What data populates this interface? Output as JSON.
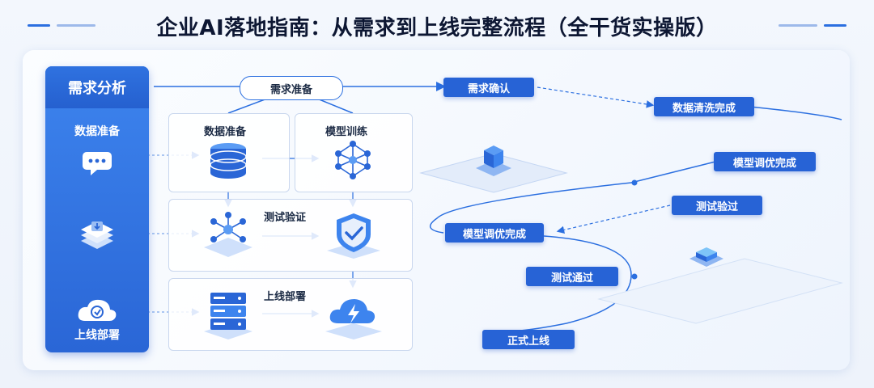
{
  "title": "企业AI落地指南：从需求到上线完整流程（全干货实操版）",
  "sidebar": {
    "header": "需求分析",
    "items": [
      {
        "label": "数据准备",
        "icon": "chat-bubble-icon"
      },
      {
        "label": "",
        "icon": "layers-download-icon"
      },
      {
        "label": "上线部署",
        "icon": "cloud-sync-icon"
      }
    ]
  },
  "flow": {
    "top_node": "需求准备",
    "steps": [
      {
        "label": "数据准备",
        "icon": "database-icon"
      },
      {
        "label": "模型训练",
        "icon": "neural-network-icon"
      },
      {
        "label": "测试验证",
        "icon": "network-nodes-icon"
      },
      {
        "label": "",
        "icon": "shield-check-icon"
      },
      {
        "label": "上线部署",
        "icon": "server-rack-icon"
      },
      {
        "label": "",
        "icon": "cloud-lightning-icon"
      }
    ]
  },
  "timeline": [
    {
      "label": "需求确认"
    },
    {
      "label": "数据清洗完成"
    },
    {
      "label": "模型调优完成"
    },
    {
      "label": "测试验过"
    },
    {
      "label": "模型调优完成"
    },
    {
      "label": "测试通过"
    },
    {
      "label": "正式上线"
    }
  ],
  "colors": {
    "accent": "#2763d6",
    "accent_light": "#3d84ee",
    "line": "#2b6fe0"
  }
}
